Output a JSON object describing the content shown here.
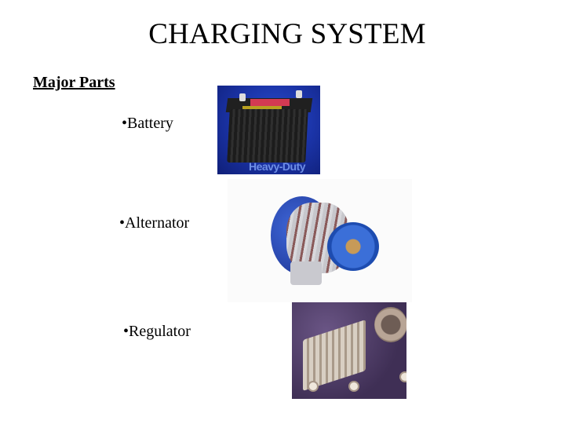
{
  "slide": {
    "title": "CHARGING SYSTEM",
    "subtitle": "Major Parts",
    "bullets": [
      {
        "label": "•Battery",
        "image": "battery-photo",
        "image_caption": "Heavy-Duty"
      },
      {
        "label": "•Alternator",
        "image": "alternator-photo"
      },
      {
        "label": "•Regulator",
        "image": "regulator-photo"
      }
    ]
  }
}
